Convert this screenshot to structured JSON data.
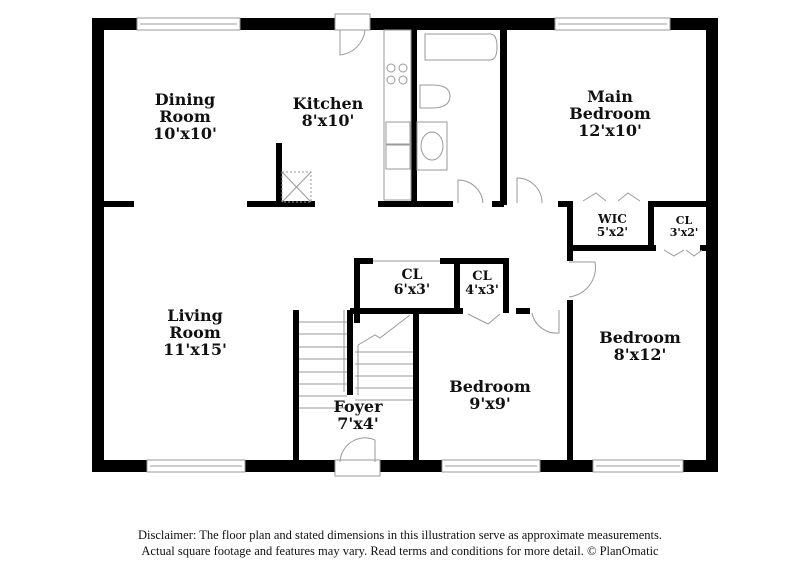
{
  "floorplan": {
    "rooms": [
      {
        "id": "dining-room",
        "name": "Dining\nRoom",
        "name_lines": [
          "Dining",
          "Room"
        ],
        "dims": "10'x10'"
      },
      {
        "id": "kitchen",
        "name": "Kitchen",
        "name_lines": [
          "Kitchen"
        ],
        "dims": "8'x10'"
      },
      {
        "id": "main-bedroom",
        "name": "Main\nBedroom",
        "name_lines": [
          "Main",
          "Bedroom"
        ],
        "dims": "12'x10'"
      },
      {
        "id": "wic",
        "name": "WIC",
        "name_lines": [
          "WIC"
        ],
        "dims": "5'x2'"
      },
      {
        "id": "closet-master",
        "name": "CL",
        "name_lines": [
          "CL"
        ],
        "dims": "3'x2'"
      },
      {
        "id": "living-room",
        "name": "Living\nRoom",
        "name_lines": [
          "Living",
          "Room"
        ],
        "dims": "11'x15'"
      },
      {
        "id": "closet-hall-1",
        "name": "CL",
        "name_lines": [
          "CL"
        ],
        "dims": "6'x3'"
      },
      {
        "id": "closet-hall-2",
        "name": "CL",
        "name_lines": [
          "CL"
        ],
        "dims": "4'x3'"
      },
      {
        "id": "bedroom-2",
        "name": "Bedroom",
        "name_lines": [
          "Bedroom"
        ],
        "dims": "8'x12'"
      },
      {
        "id": "bedroom-3",
        "name": "Bedroom",
        "name_lines": [
          "Bedroom"
        ],
        "dims": "9'x9'"
      },
      {
        "id": "foyer",
        "name": "Foyer",
        "name_lines": [
          "Foyer"
        ],
        "dims": "7'x4'"
      }
    ]
  },
  "disclaimer": {
    "line1": "Disclaimer: The floor plan and stated dimensions in this illustration serve as approximate measurements.",
    "line2": "Actual square footage and features may vary. Read terms and conditions for more detail. © PlanOmatic"
  }
}
